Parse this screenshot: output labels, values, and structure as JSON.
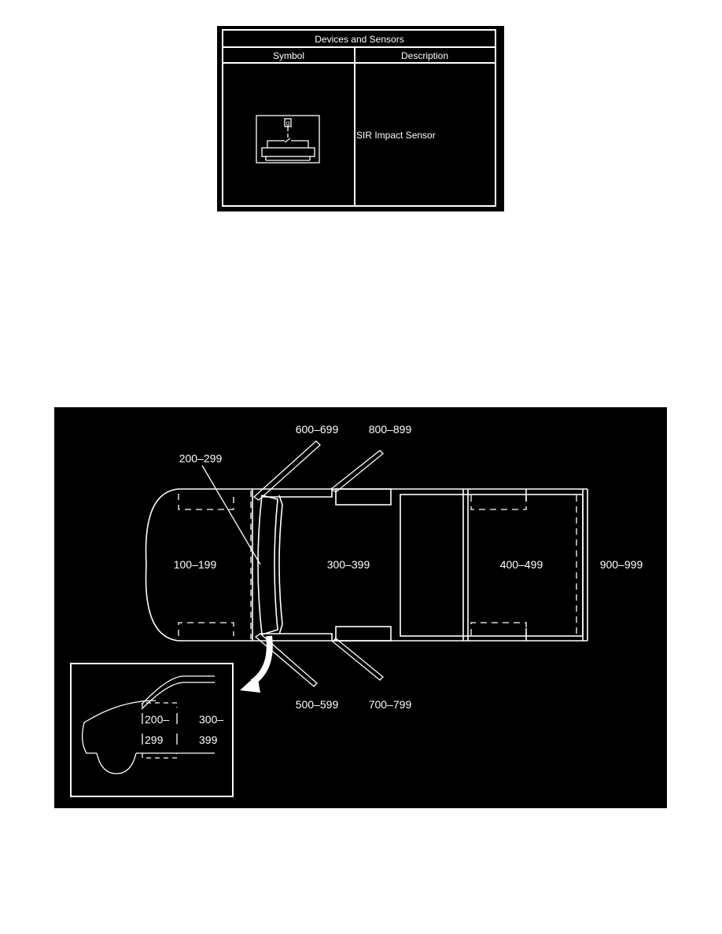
{
  "table": {
    "title": "Devices and Sensors",
    "col_symbol": "Symbol",
    "col_description": "Description",
    "rows": [
      {
        "symbol_icon": "impact-sensor-symbol-icon",
        "symbol_glyph": "g",
        "description": "SIR Impact Sensor"
      }
    ]
  },
  "zone_diagram": {
    "zones": [
      {
        "id": "100",
        "label": "100–199"
      },
      {
        "id": "200",
        "label": "200–299"
      },
      {
        "id": "300",
        "label": "300–399"
      },
      {
        "id": "400",
        "label": "400–499"
      },
      {
        "id": "500",
        "label": "500–599"
      },
      {
        "id": "600",
        "label": "600–699"
      },
      {
        "id": "700",
        "label": "700–799"
      },
      {
        "id": "800",
        "label": "800–899"
      },
      {
        "id": "900",
        "label": "900–999"
      }
    ],
    "inset": {
      "label_200": "200–",
      "label_299": "299",
      "label_300": "300–",
      "label_399": "399"
    }
  },
  "colors": {
    "background": "#000000",
    "line": "#ffffff",
    "page": "#ffffff"
  }
}
